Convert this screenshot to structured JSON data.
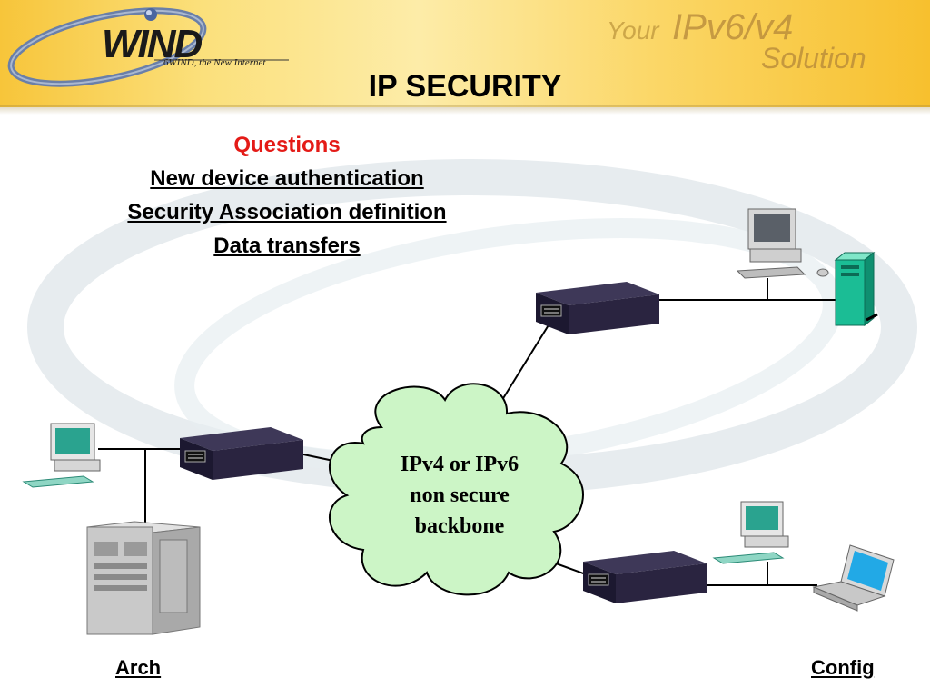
{
  "header": {
    "logo_text": "WIND",
    "logo_tagline": "6WIND, the New Internet",
    "slogan_your": "Your",
    "slogan_ip": "IPv6/v4",
    "slogan_solution": "Solution"
  },
  "slide": {
    "title": "IP SECURITY"
  },
  "questions": {
    "heading": "Questions",
    "items": [
      "New device authentication",
      "Security Association definition",
      "Data transfers"
    ]
  },
  "cloud": {
    "lines": [
      "IPv4 or IPv6",
      "non secure",
      "backbone"
    ],
    "fill": "#ccf5c6"
  },
  "footer": {
    "left_link": "Arch",
    "right_link": "Config"
  },
  "colors": {
    "header_gold": "#f7c53a",
    "heading_red": "#e41b17",
    "router_body": "#2a2440",
    "monitor_screen": "#2aa38f",
    "server_green": "#1bbd95",
    "laptop_screen": "#22a9e6"
  },
  "icons": [
    "wind-logo-icon",
    "router-icon",
    "desktop-computer-icon",
    "server-tower-icon",
    "mainframe-cabinet-icon",
    "laptop-icon",
    "cloud-icon"
  ]
}
